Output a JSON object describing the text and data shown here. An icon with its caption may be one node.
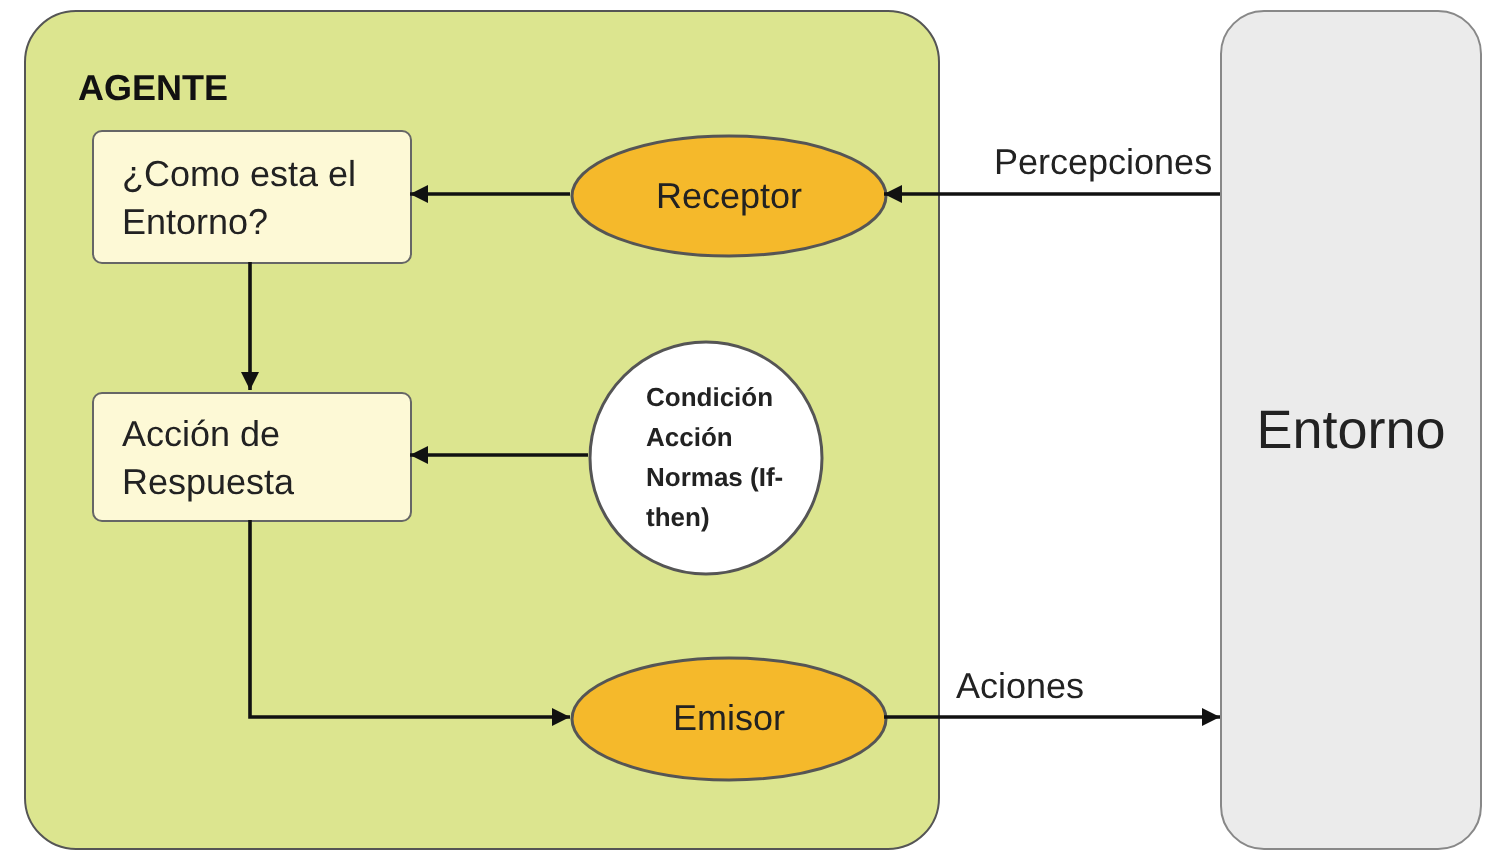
{
  "diagram": {
    "nodes": [
      {
        "text": [
          "AGENTE"
        ]
      },
      {
        "text": [
          "¿Como esta el Entorno?"
        ],
        "in": 0
      },
      {
        "text": [
          "Receptor"
        ],
        "in": 0
      },
      {
        "text": [
          "Acción de Respuesta"
        ],
        "in": 0
      },
      {
        "text": [
          "Condición Acción Normas (If-then)"
        ],
        "in": 0
      },
      {
        "text": [
          "Emisor"
        ],
        "in": 0
      },
      {
        "text": [
          "Entorno"
        ]
      }
    ],
    "edges": [
      {
        "from": 6,
        "to": 2,
        "arrow": "to",
        "label": "Percepciones"
      },
      {
        "from": 2,
        "to": 1,
        "arrow": "to"
      },
      {
        "from": 1,
        "to": 3,
        "arrow": "to"
      },
      {
        "from": 4,
        "to": 3,
        "arrow": "to"
      },
      {
        "from": 3,
        "to": 5,
        "arrow": "to"
      },
      {
        "from": 5,
        "to": 6,
        "arrow": "to",
        "label": "Aciones"
      }
    ]
  }
}
